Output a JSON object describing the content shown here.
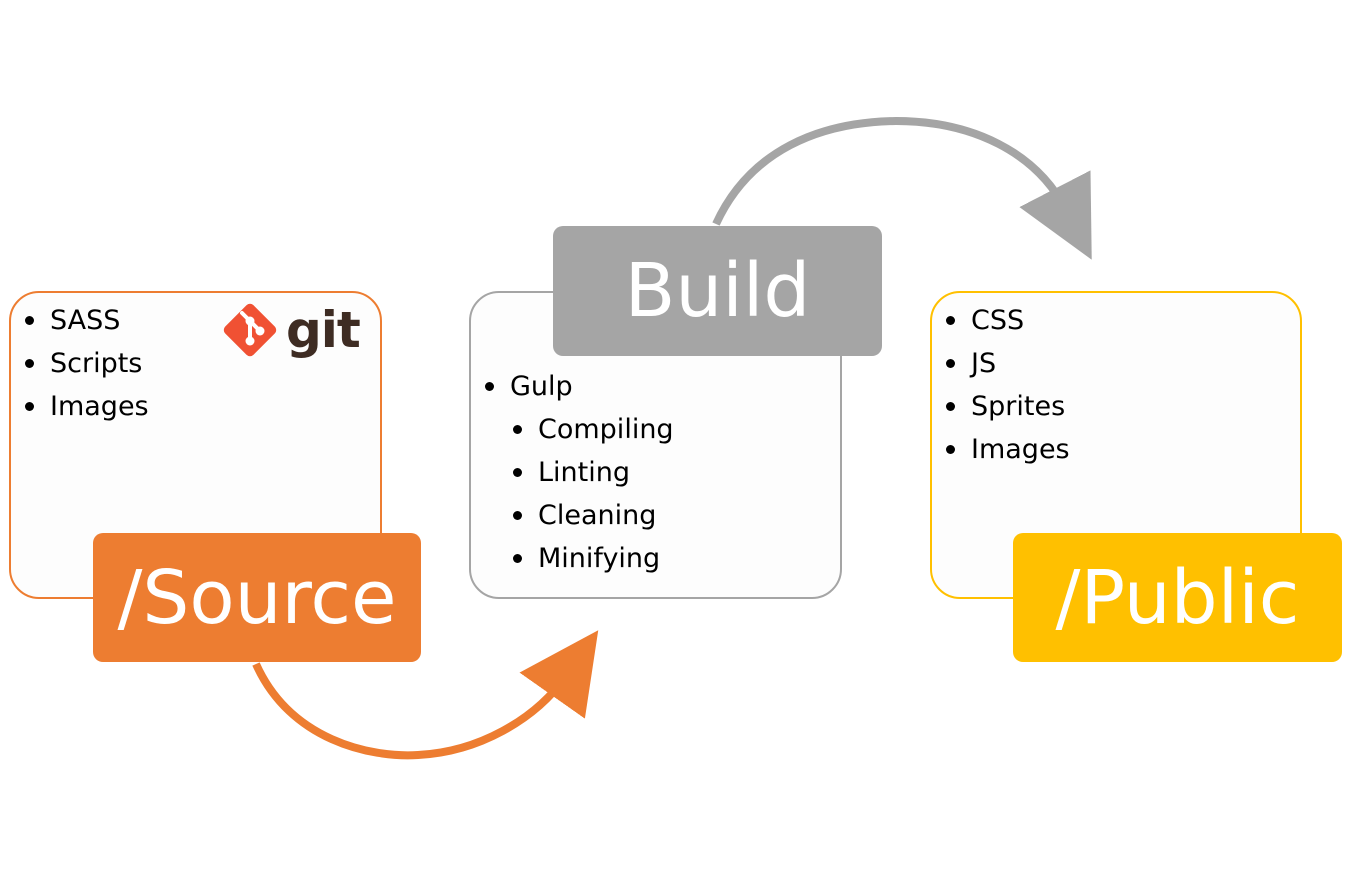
{
  "source": {
    "title": "/Source",
    "items": [
      "SASS",
      "Scripts",
      "Images"
    ],
    "logo": {
      "icon": "git-icon",
      "text": "git",
      "color": "#f05133"
    },
    "color": "#ed7d31"
  },
  "build": {
    "title": "Build",
    "items": [
      "Gulp"
    ],
    "subitems": [
      "Compiling",
      "Linting",
      "Cleaning",
      "Minifying"
    ],
    "color": "#a5a5a5"
  },
  "public": {
    "title": "/Public",
    "items": [
      "CSS",
      "JS",
      "Sprites",
      "Images"
    ],
    "color": "#ffc000"
  },
  "arrows": [
    {
      "from": "source",
      "to": "build",
      "color": "#ed7d31"
    },
    {
      "from": "build",
      "to": "public",
      "color": "#a5a5a5"
    }
  ]
}
